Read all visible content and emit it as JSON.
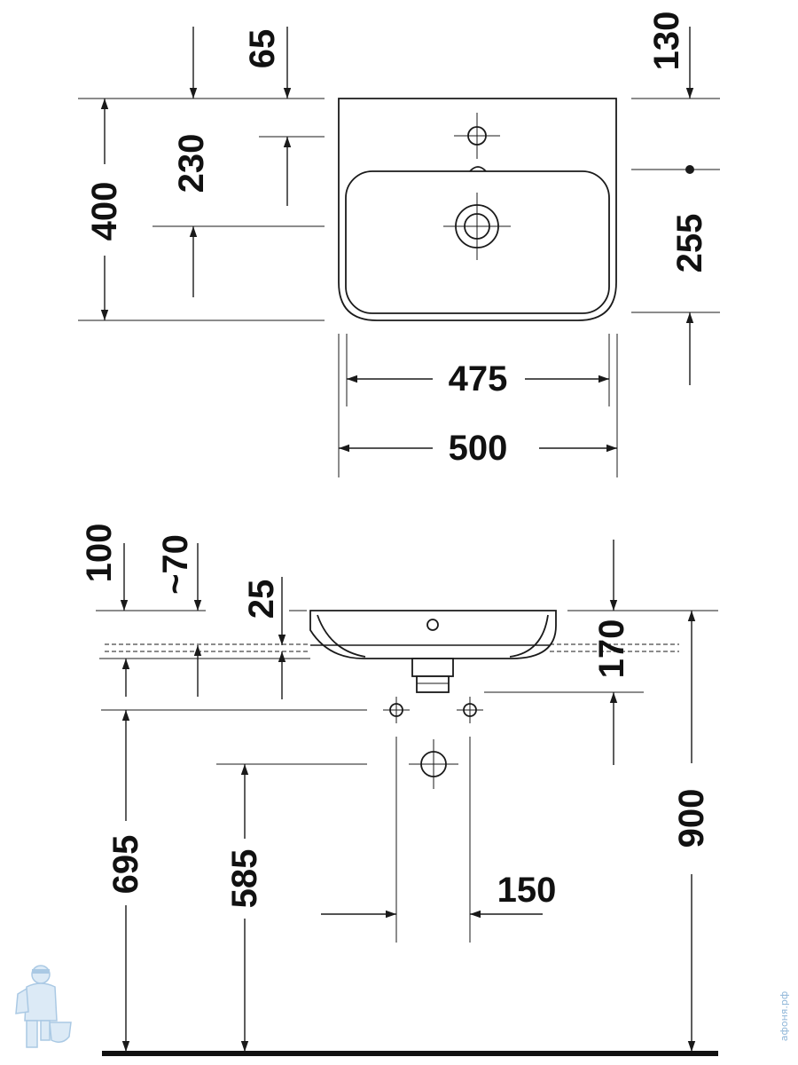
{
  "top_view": {
    "dimensions": {
      "height_total": "400",
      "overflow_to_back": "230",
      "tap_hole_from_back": "65",
      "overflow_hole_from_back": "130",
      "drain_to_front": "255",
      "bowl_inner_width": "475",
      "overall_width": "500"
    }
  },
  "side_view": {
    "dimensions": {
      "rim_offset": "100",
      "approx_height": "~70",
      "drain_length": "25",
      "basin_depth": "170",
      "supply_height": "695",
      "waste_height": "585",
      "supply_spacing": "150",
      "rim_height": "900"
    }
  },
  "watermark": {
    "text": "афоня.рф",
    "icon": "plumber-mascot-icon"
  }
}
